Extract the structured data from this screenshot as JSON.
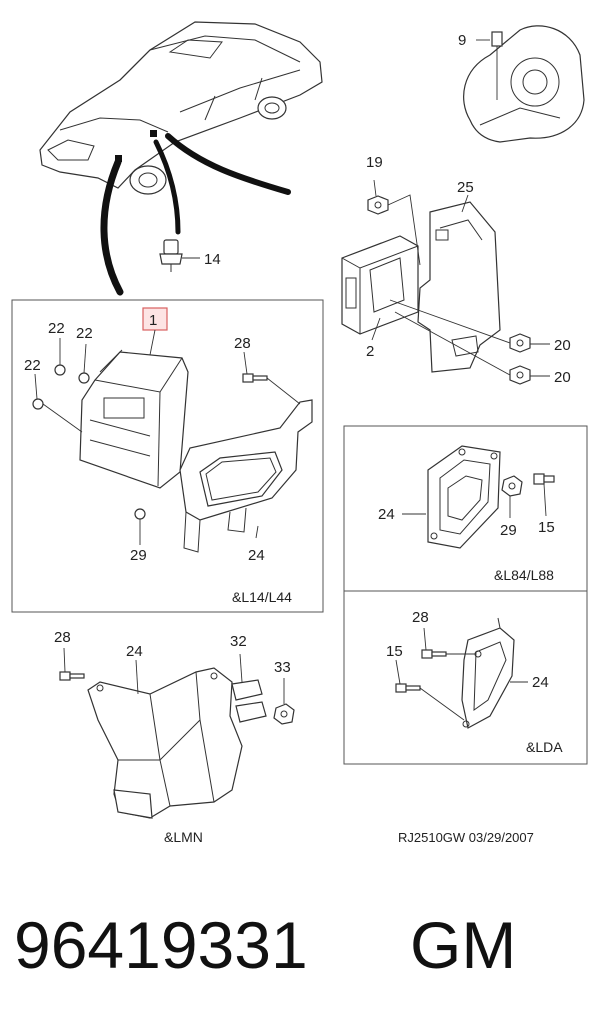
{
  "callouts": {
    "c9": "9",
    "c19": "19",
    "c25": "25",
    "c14": "14",
    "c2": "2",
    "c20a": "20",
    "c20b": "20",
    "c1": "1",
    "c22a": "22",
    "c22b": "22",
    "c22c": "22",
    "c28a": "28",
    "c29a": "29",
    "c24a": "24",
    "c24b": "24",
    "c29b": "29",
    "c15a": "15",
    "c28b": "28",
    "c24c": "24",
    "c32": "32",
    "c33": "33",
    "c28c": "28",
    "c15b": "15",
    "c24d": "24"
  },
  "variants": {
    "l14_l44": "&L14/L44",
    "l84_l88": "&L84/L88",
    "lmn": "&LMN",
    "lda": "&LDA"
  },
  "drawing_code": "RJ2510GW  03/29/2007",
  "part_number": "96419331",
  "brand": "GM",
  "colors": {
    "highlight_border": "#d86060",
    "highlight_fill": "#fde4e4"
  }
}
